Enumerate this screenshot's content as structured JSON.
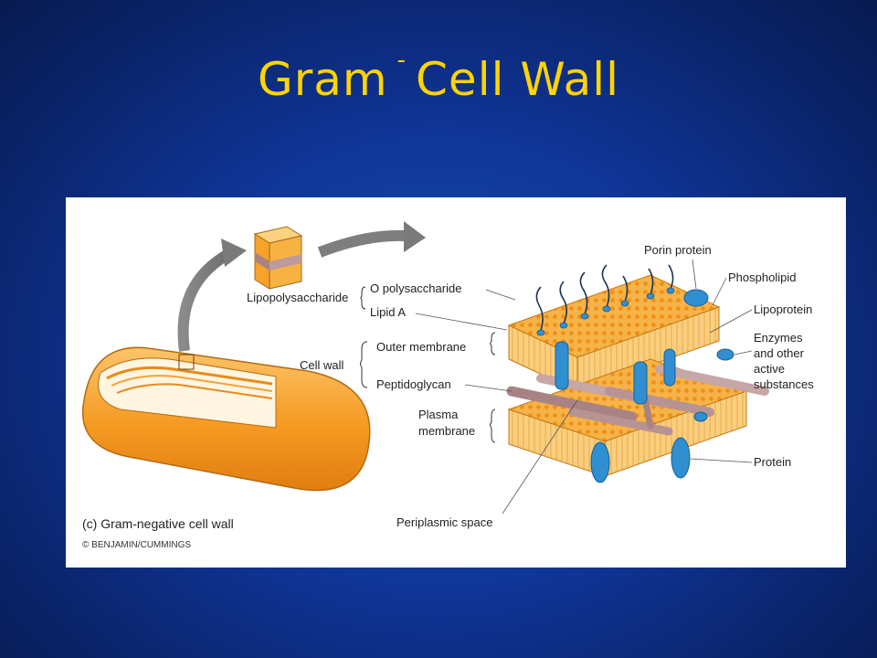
{
  "slide": {
    "title_part1": "Gram",
    "title_sup": "-",
    "title_part2": "Cell Wall"
  },
  "figure": {
    "caption": "(c) Gram-negative cell wall",
    "credit": "© BENJAMIN/CUMMINGS",
    "labels": {
      "lipopolysaccharide": "Lipopolysaccharide",
      "o_polysaccharide": "O polysaccharide",
      "lipid_a": "Lipid A",
      "cell_wall": "Cell wall",
      "outer_membrane": "Outer membrane",
      "peptidoglycan": "Peptidoglycan",
      "plasma_membrane_line1": "Plasma",
      "plasma_membrane_line2": "membrane",
      "periplasmic_space": "Periplasmic space",
      "porin_protein": "Porin protein",
      "phospholipid": "Phospholipid",
      "lipoprotein": "Lipoprotein",
      "enzymes_line1": "Enzymes",
      "enzymes_line2": "and other",
      "enzymes_line3": "active",
      "enzymes_line4": "substances",
      "protein": "Protein"
    },
    "colors": {
      "cell_orange": "#f7a533",
      "membrane_orange": "#f5a623",
      "protein_blue": "#2f8fd0",
      "peptidoglycan_mauve": "#c7a6a6"
    }
  }
}
